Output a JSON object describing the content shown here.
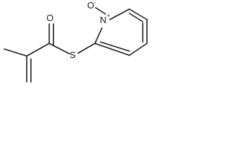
{
  "molecule": {
    "atoms": {
      "o_carbonyl": "O",
      "sulfur": "S",
      "nitrogen": "N",
      "n_oxide_oxygen": "O",
      "n_charge": "+",
      "o_charge": "-"
    }
  }
}
